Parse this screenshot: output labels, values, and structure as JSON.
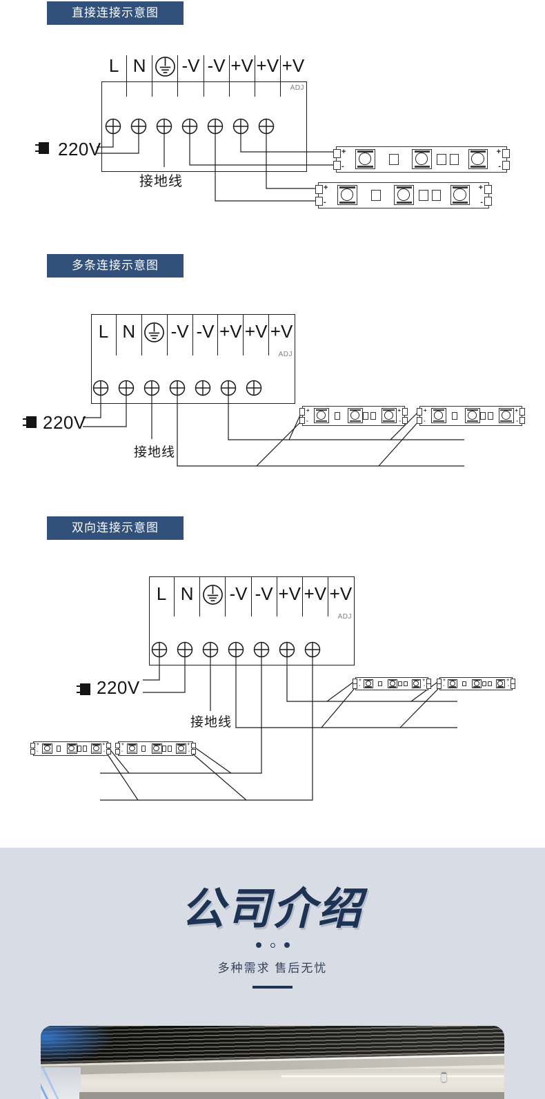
{
  "sections": {
    "direct": {
      "badge": "直接连接示意图"
    },
    "multi": {
      "badge": "多条连接示意图"
    },
    "bidirectional": {
      "badge": "双向连接示意图"
    }
  },
  "terminals": {
    "l": "L",
    "n": "N",
    "vminus": "-V",
    "vplus": "+V",
    "adj": "ADJ"
  },
  "labels": {
    "voltage": "220V",
    "ground": "接地线"
  },
  "signs": {
    "plus": "+",
    "minus": "-"
  },
  "company": {
    "title": "公司介绍",
    "subtitle": "多种需求 售后无忧"
  },
  "colors": {
    "badge_bg": "#31517b",
    "title_navy": "#1e3254",
    "section_bg": "#d8dce5",
    "wire": "#1a1a1a"
  }
}
